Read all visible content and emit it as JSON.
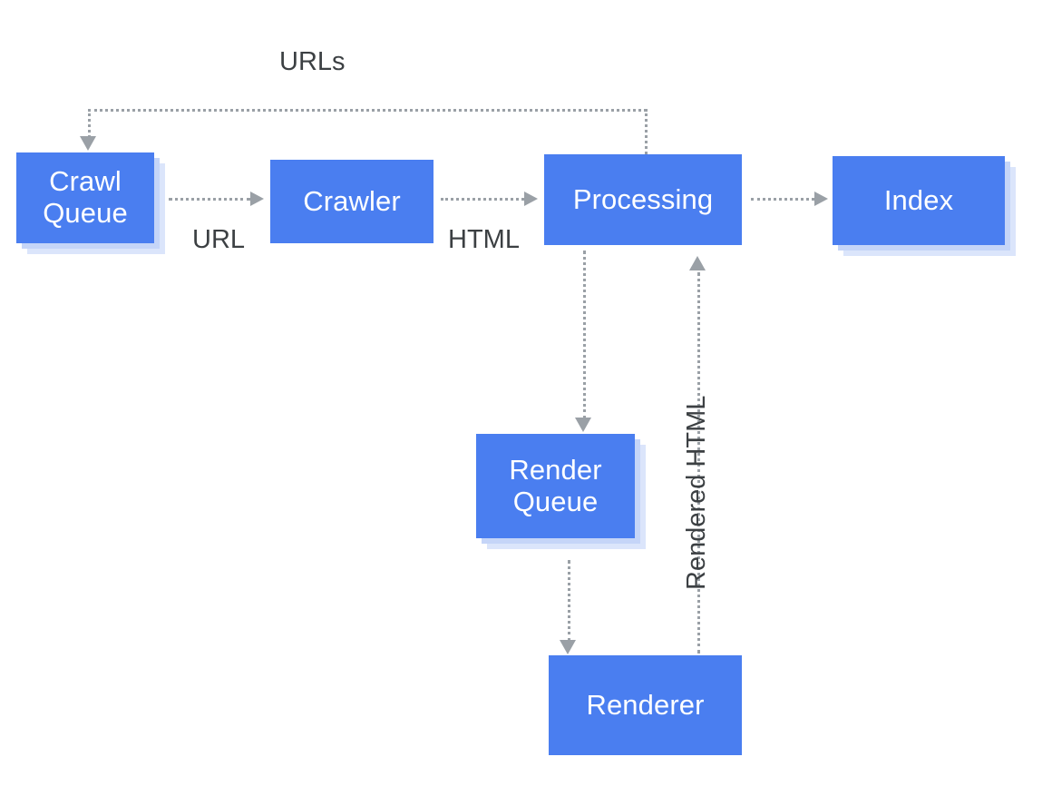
{
  "diagram": {
    "title": "Googlebot crawl, render and index pipeline",
    "colors": {
      "node_fill": "#4a7ef0",
      "node_shadow_mid": "#c5d5f8",
      "node_shadow_light": "#dbe5fb",
      "node_text": "#ffffff",
      "edge_label_text": "#3c4043",
      "connector": "#9aa0a6",
      "arrowhead": "#9aa0a6",
      "background": "#ffffff"
    },
    "nodes": [
      {
        "id": "crawl-queue",
        "label": "Crawl\nQueue",
        "stacked": true
      },
      {
        "id": "crawler",
        "label": "Crawler",
        "stacked": false
      },
      {
        "id": "processing",
        "label": "Processing",
        "stacked": false
      },
      {
        "id": "index",
        "label": "Index",
        "stacked": true
      },
      {
        "id": "render-queue",
        "label": "Render\nQueue",
        "stacked": true
      },
      {
        "id": "renderer",
        "label": "Renderer",
        "stacked": false
      }
    ],
    "edge_labels": {
      "urls": "URLs",
      "url": "URL",
      "html": "HTML",
      "rendered_html": "Rendered HTML"
    },
    "edges": [
      {
        "id": "crawlqueue-to-crawler",
        "from": "crawl-queue",
        "to": "crawler",
        "label": "URL",
        "style": "dotted"
      },
      {
        "id": "crawler-to-processing",
        "from": "crawler",
        "to": "processing",
        "label": "HTML",
        "style": "dotted"
      },
      {
        "id": "processing-to-index",
        "from": "processing",
        "to": "index",
        "label": "",
        "style": "dotted"
      },
      {
        "id": "processing-to-crawlqueue",
        "from": "processing",
        "to": "crawl-queue",
        "label": "URLs",
        "style": "dotted"
      },
      {
        "id": "processing-to-renderqueue",
        "from": "processing",
        "to": "render-queue",
        "label": "",
        "style": "dotted"
      },
      {
        "id": "renderqueue-to-renderer",
        "from": "render-queue",
        "to": "renderer",
        "label": "",
        "style": "dotted"
      },
      {
        "id": "renderer-to-processing",
        "from": "renderer",
        "to": "processing",
        "label": "Rendered HTML",
        "style": "dotted"
      }
    ]
  }
}
